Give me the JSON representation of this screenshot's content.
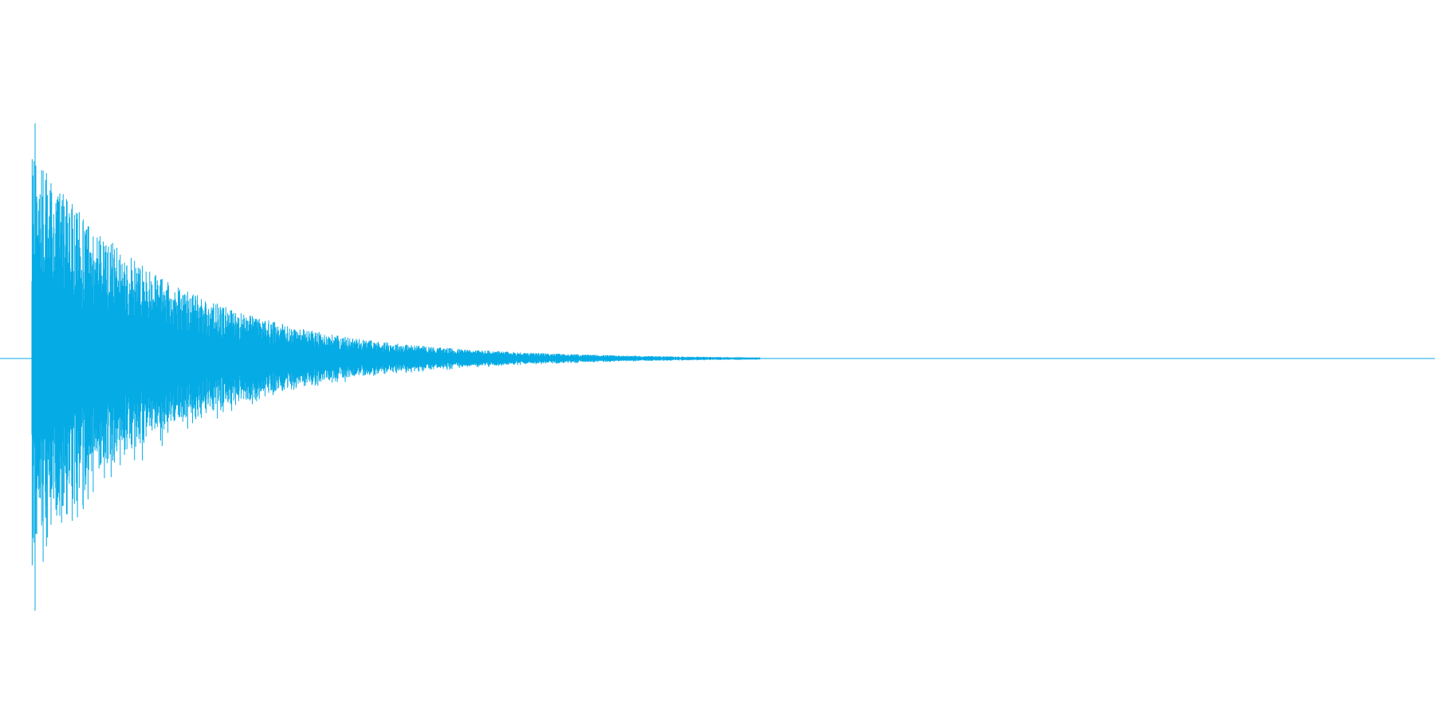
{
  "waveform": {
    "color": "#05abe5",
    "background": "#ffffff",
    "amplitude_peak": 0.8,
    "onset_fraction": 0.022,
    "decay_end_fraction": 0.53,
    "samples": 2400
  }
}
